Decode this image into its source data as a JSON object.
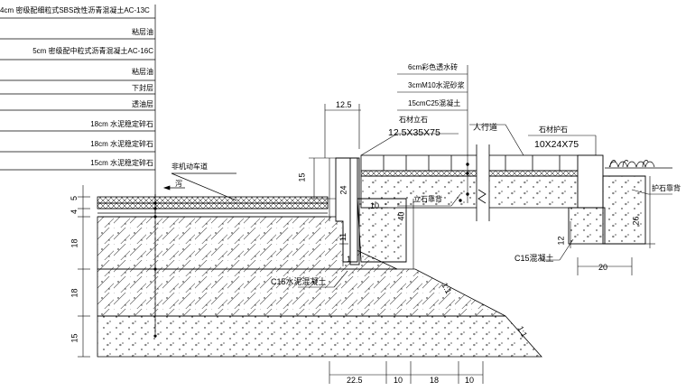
{
  "layer_legend": [
    "4cm 密级配细粒式SBS改性沥青混凝土AC-13C",
    "粘层油",
    "5cm 密级配中粒式沥青混凝土AC-16C",
    "粘层油",
    "下封层",
    "透油层",
    "18cm 水泥稳定碎石",
    "18cm 水泥稳定碎石",
    "15cm 水泥稳定碎石"
  ],
  "sidewalk_legend": [
    "6cm彩色透水砖",
    "3cmM10水泥砂浆",
    "15cmC25混凝土"
  ],
  "labels": {
    "bike_lane": "非机动车道",
    "slope_text": "泻",
    "curb_stone": "石材立石",
    "curb_size": "12.5X35X75",
    "sidewalk": "人行道",
    "edge_stone": "石材护石",
    "edge_size": "10X24X75",
    "curb_backfill": "立石靠背",
    "edge_backfill": "护石靠背",
    "c15_curb": "C15水泥混凝土",
    "c15_edge": "C15混凝土"
  },
  "dimensions": {
    "curb_top": "12.5",
    "curb_rise": "15",
    "curb_height": "24",
    "curb_base_w": "10",
    "curb_base_h": "11",
    "dim_40": "40",
    "dim_1": "1",
    "left_5a": "5",
    "left_4": "4",
    "left_18a": "18",
    "left_18b": "18",
    "left_15": "15",
    "bottom_22_5": "22.5",
    "bottom_10a": "10",
    "bottom_18": "18",
    "bottom_10b": "10",
    "edge_26": "26",
    "edge_12": "12",
    "edge_20": "20",
    "slope_1": "1:1",
    "slope_2": "1:1"
  }
}
